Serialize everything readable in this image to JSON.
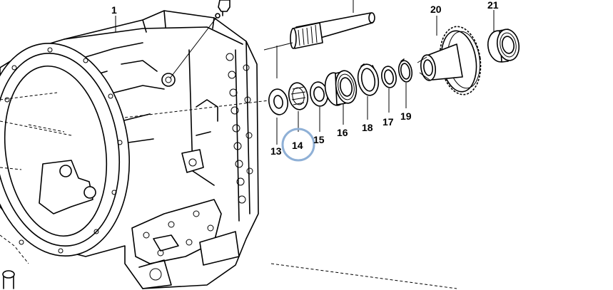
{
  "labels": {
    "p1": "1",
    "p13": "13",
    "p14": "14",
    "p15": "15",
    "p16": "16",
    "p17": "17",
    "p18": "18",
    "p19": "19",
    "p20": "20",
    "p21": "21"
  },
  "colors": {
    "line": "#000000",
    "highlight": "#8fb0d6",
    "background": "#ffffff"
  }
}
